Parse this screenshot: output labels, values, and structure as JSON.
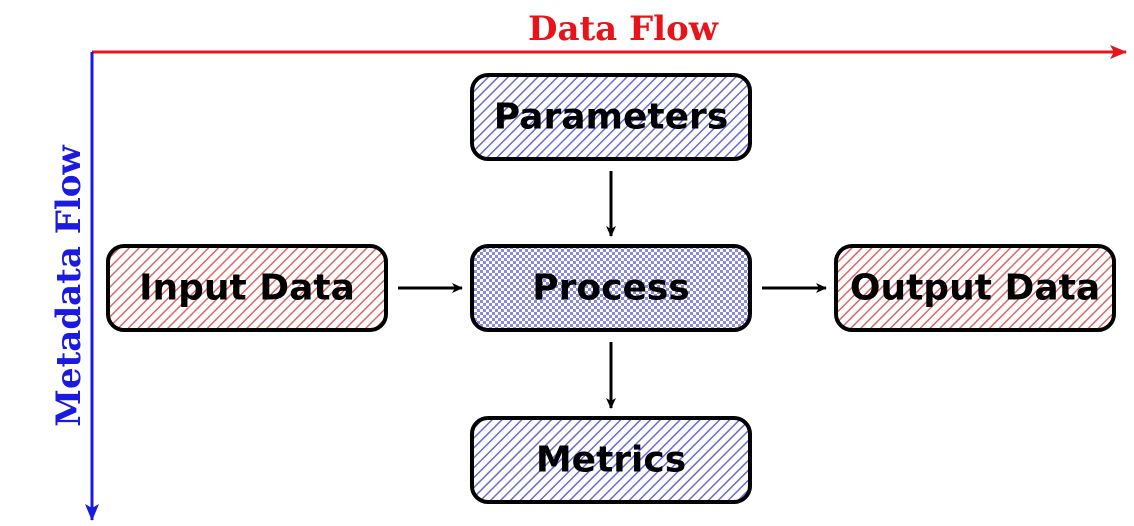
{
  "axes": {
    "horizontal_label": "Data Flow",
    "vertical_label": "Metadata Flow",
    "horizontal_color": "#e8141a",
    "vertical_color": "#1a1ae0"
  },
  "nodes": {
    "parameters": {
      "label": "Parameters",
      "fill": "metadata-hatch"
    },
    "input": {
      "label": "Input Data",
      "fill": "data-hatch"
    },
    "process": {
      "label": "Process",
      "fill": "checker"
    },
    "output": {
      "label": "Output Data",
      "fill": "data-hatch"
    },
    "metrics": {
      "label": "Metrics",
      "fill": "metadata-hatch"
    }
  },
  "colors": {
    "data_node": "#e06666",
    "metadata_node": "#6a6ad8",
    "outline": "#000000"
  },
  "edges": [
    {
      "from": "input",
      "to": "process"
    },
    {
      "from": "process",
      "to": "output"
    },
    {
      "from": "parameters",
      "to": "process"
    },
    {
      "from": "process",
      "to": "metrics"
    }
  ]
}
